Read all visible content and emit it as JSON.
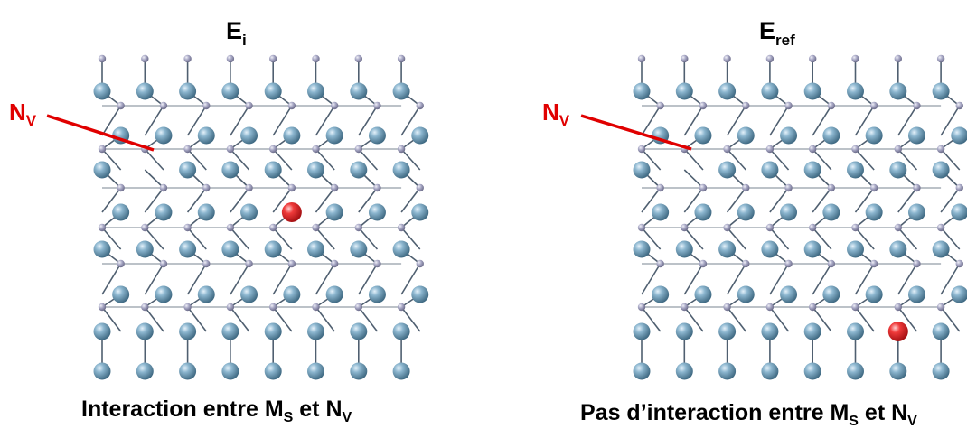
{
  "panels": [
    {
      "title_main": "E",
      "title_sub": "i",
      "vacancy_main": "N",
      "vacancy_sub": "V",
      "caption": {
        "text": "Interaction entre M",
        "sub1": "S",
        "mid": " et N",
        "sub2": "V"
      }
    },
    {
      "title_main": "E",
      "title_sub": "ref",
      "vacancy_main": "N",
      "vacancy_sub": "V",
      "caption": {
        "text": "Pas d’interaction entre M",
        "sub1": "S",
        "mid": " et N",
        "sub2": "V"
      }
    }
  ],
  "colors": {
    "metal_atom": "#6f9ab5",
    "nonmetal_atom": "#a9a9c6",
    "bond": "#4f5f70",
    "dopant_atom": "#e8252b",
    "vacancy_marker": "#e00000"
  }
}
